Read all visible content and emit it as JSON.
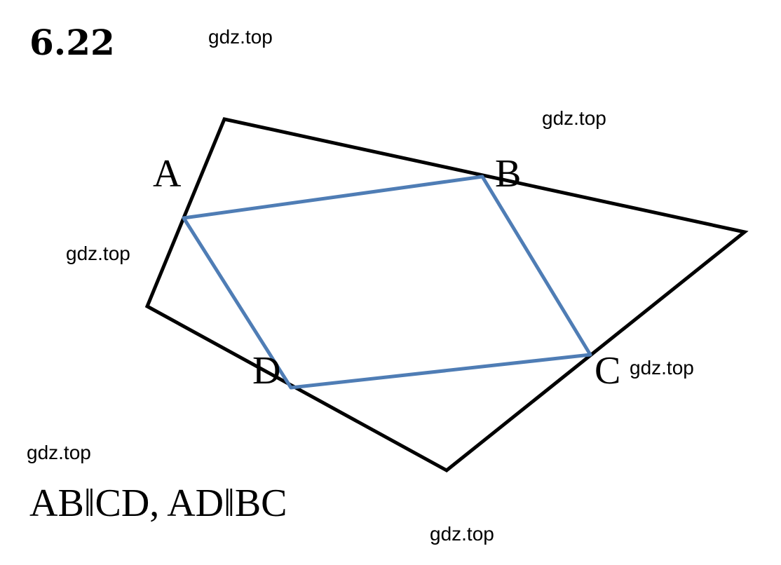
{
  "problem_number": "6.22",
  "watermark": "gdz.top",
  "vertex_labels": {
    "A": "A",
    "B": "B",
    "C": "C",
    "D": "D"
  },
  "statement": "AB‖CD, AD‖BC",
  "colors": {
    "outer_stroke": "#000000",
    "parallelogram_stroke": "#4f7db5",
    "background": "#ffffff"
  }
}
